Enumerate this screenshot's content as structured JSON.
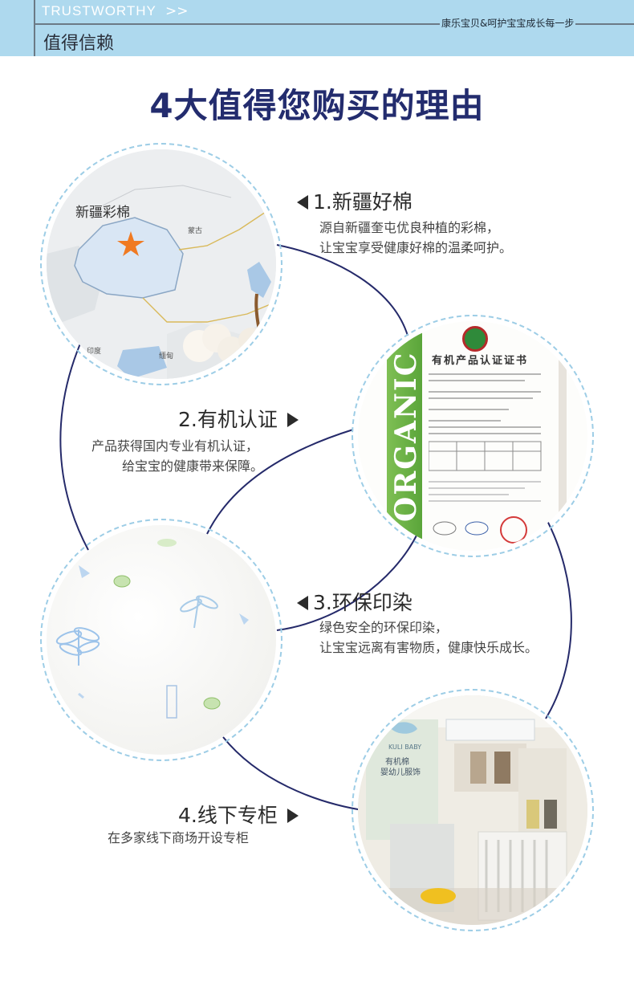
{
  "header": {
    "label_en": "TRUSTWORTHY",
    "arrow": ">>",
    "label_cn": "值得信赖",
    "slogan": "康乐宝贝&呵护宝宝成长每一步"
  },
  "title": "4大值得您购买的理由",
  "colors": {
    "accent": "#232c6e",
    "header_bg": "#aed9ee",
    "connector": "#252a6a",
    "ring": "#9dcde6"
  },
  "map": {
    "region_label": "新疆彩棉",
    "label_mongolia": "蒙古",
    "label_india": "印度",
    "label_myanmar": "缅甸"
  },
  "certificate": {
    "vertical_text": "ORGANIC",
    "heading": "有机产品认证证书"
  },
  "store": {
    "brand": "KULI BABY",
    "sign_line1": "有机棉",
    "sign_line2": "婴幼儿服饰"
  },
  "items": [
    {
      "title": "1.新疆好棉",
      "desc1": "源自新疆奎屯优良种植的彩棉，",
      "desc2": "让宝宝享受健康好棉的温柔呵护。"
    },
    {
      "title": "2.有机认证",
      "desc1": "产品获得国内专业有机认证，",
      "desc2": "给宝宝的健康带来保障。"
    },
    {
      "title": "3.环保印染",
      "desc1": "绿色安全的环保印染，",
      "desc2": "让宝宝远离有害物质，健康快乐成长。"
    },
    {
      "title": "4.线下专柜",
      "desc1": "在多家线下商场开设专柜",
      "desc2": ""
    }
  ]
}
